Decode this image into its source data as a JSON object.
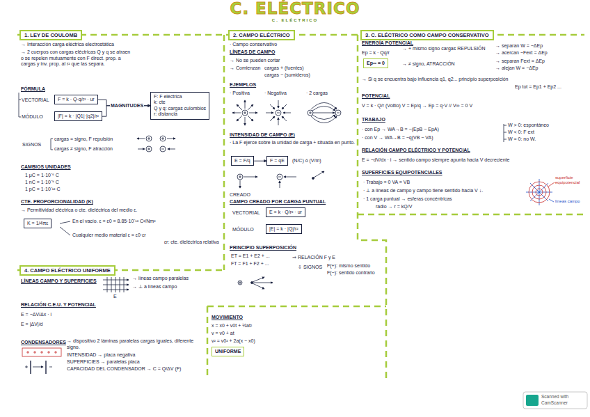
{
  "diagram": {
    "title": "C. ELÉCTRICO",
    "nodes": [
      {
        "text": [
          "1. LEY DE COULOMB"
        ]
      },
      {
        "text": [
          "F = k · Q·q/r² · ur"
        ]
      },
      {
        "text": [
          "|F| = k · |Q1|·|q2|/r²"
        ]
      },
      {
        "text": [
          "F: F eléctrica",
          "k: cte",
          "Q y q: cargas culombios",
          "r: distancia"
        ]
      },
      {
        "text": [
          "K = 1/4πε"
        ]
      },
      {
        "text": [
          "2. CAMPO ELÉCTRICO"
        ]
      },
      {
        "text": [
          "E = F/q"
        ]
      },
      {
        "text": [
          "F = qE"
        ]
      },
      {
        "text": [
          "E = k · Q/r² · ur"
        ]
      },
      {
        "text": [
          "|E| = k · |Q|/r²"
        ]
      },
      {
        "text": [
          "3. C. ELÉCTRICO COMO CAMPO CONSERVATIVO"
        ]
      },
      {
        "text": [
          "Ep∞ = 0"
        ]
      },
      {
        "text": [
          "4. CAMPO ELÉCTRICO UNIFORME"
        ]
      },
      {
        "text": [
          "UNIFORME"
        ]
      }
    ],
    "edges": [
      {
        "from": 1,
        "to": 3,
        "label": "MAGNITUDES",
        "arrow": "to"
      },
      {
        "from": 2,
        "to": 3,
        "arrow": "to"
      },
      {
        "from": 6,
        "to": 7,
        "arrow": "to"
      }
    ],
    "labels": [
      "C. ELÉCTRICO",
      "→ Interacción carga eléctrica electrostática",
      "→ 2 cuerpos con cargas eléctricas Q y q se atraen o se repelen mutuamente con F direct. prop. a cargas y inv. prop. al r² que las separa.",
      "FÓRMULA",
      "VECTORIAL",
      "MÓDULO",
      "SIGNOS",
      "cargas = signo, F repulsión",
      "cargas ≠ signo, F atracción",
      "CAMBIOS UNIDADES",
      "1 μC = 1·10⁻⁶ C",
      "1 nC = 1·10⁻⁹ C",
      "1 pC = 1·10⁻¹² C",
      "CTE. PROPORCIONALIDAD (K)",
      "→ Permitividad eléctrica o cte. dieléctrica del medio ε.",
      "En el vacío. ε = ε0 = 8.85·10⁻¹² C²/Nm²",
      "Cualquier medio material ε = ε0·εr",
      "εr: cte. dieléctrica relativa",
      "· Campo conservativo",
      "LÍNEAS DE CAMPO",
      "→ No se pueden cortar",
      "→ Comienzan",
      "cargas + (fuentes)",
      "cargas − (sumideros)",
      "EJEMPLOS",
      "· Positiva",
      "· Negativa",
      "· 2 cargas",
      "INTENSIDAD DE CAMPO (E)",
      "· La F ejerce sobre la unidad de carga + situada en punto.",
      "(N/C) ó (V/m)",
      "CREADO",
      "CAMPO CREADO POR CARGA PUNTUAL",
      "VECTORIAL",
      "MÓDULO",
      "PRINCIPIO SUPERPOSICIÓN",
      "ET = E1 + E2 + ...",
      "FT = F1 + F2 + ...",
      "⇒ RELACIÓN F y E",
      "⇩ SIGNOS",
      "F(+): mismo sentido",
      "F(−): sentido contrario",
      "ENERGÍA POTENCIAL",
      "Ep = k · Qq/r",
      "→ + mismo signo cargas REPULSIÓN",
      "→ separan W = −ΔEp",
      "→ acercan −Fext = ΔEp",
      "→ ≠ signo, ATRACCIÓN",
      "→ separan Fext = ΔEp",
      "→ alejan W = −ΔEp",
      "→ Si q se encuentra bajo influencia q1, q2... principio superposición",
      "Ep tot = Ep1 + Ep2 ...",
      "POTENCIAL",
      "V = k · Q/r (Voltio)   V = Ep/q → Ep = q·V // V∞ = 0 V",
      "TRABAJO",
      "· con Ep → WA→B = −(EpB − EpA)",
      "· con V → WA→B = −q(VB − VA)",
      "W > 0: espontáneo",
      "W < 0: F ext",
      "W = 0: no W.",
      "RELACIÓN CAMPO ELÉCTRICO Y POTENCIAL",
      "E = −dV/dx · i → sentido campo siempre apunta hacia V decreciente",
      "SUPERFICIES EQUIPOTENCIALES",
      "· Trabajo = 0   VA = VB",
      "· ⊥ a líneas de campo y campo tiene sentido hacia V ↓.",
      "· 1 carga puntual → esferas concéntricas",
      "radio → r = kQ/V",
      "superficie equipotencial",
      "líneas campo",
      "LÍNEAS CAMPO Y SUPERFICIES",
      "→ líneas campo paralelas",
      "→ ⊥ a líneas campo",
      "E",
      "RELACIÓN C.E.U. Y POTENCIAL",
      "E = −ΔV/Δx · i",
      "E = |ΔV|/d",
      "CONDENSADORES",
      "→ dispositivo 2 láminas paralelas cargas iguales, diferente signo.",
      "INTENSIDAD → placa negativa",
      "SUPERFICIES → paralelas placa",
      "CAPACIDAD DEL CONDENSADOR → C = Q/ΔV (F)",
      "MOVIMIENTO",
      "x = x0 + v0t + ½at²",
      "v = v0 + at",
      "v² = v0² + 2a(x − x0)",
      "Scanned with",
      "CamScanner"
    ]
  }
}
